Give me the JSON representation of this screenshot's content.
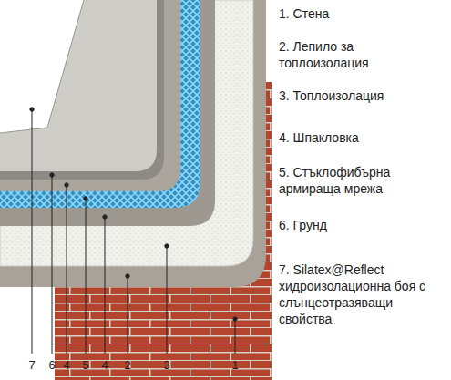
{
  "diagram": {
    "labels": [
      "1. Стена",
      "2. Лепило за топлоизолация",
      "3. Топлоизолация",
      "4. Шпакловка",
      "5. Стъклофибърна армираща мрежа",
      "6. Грунд",
      "7. Silatex@Reflect хидроизолационна боя с слънцеотразяващи свойства",
      "7",
      "6",
      "4",
      "5",
      "4",
      "2",
      "3",
      "1"
    ]
  }
}
